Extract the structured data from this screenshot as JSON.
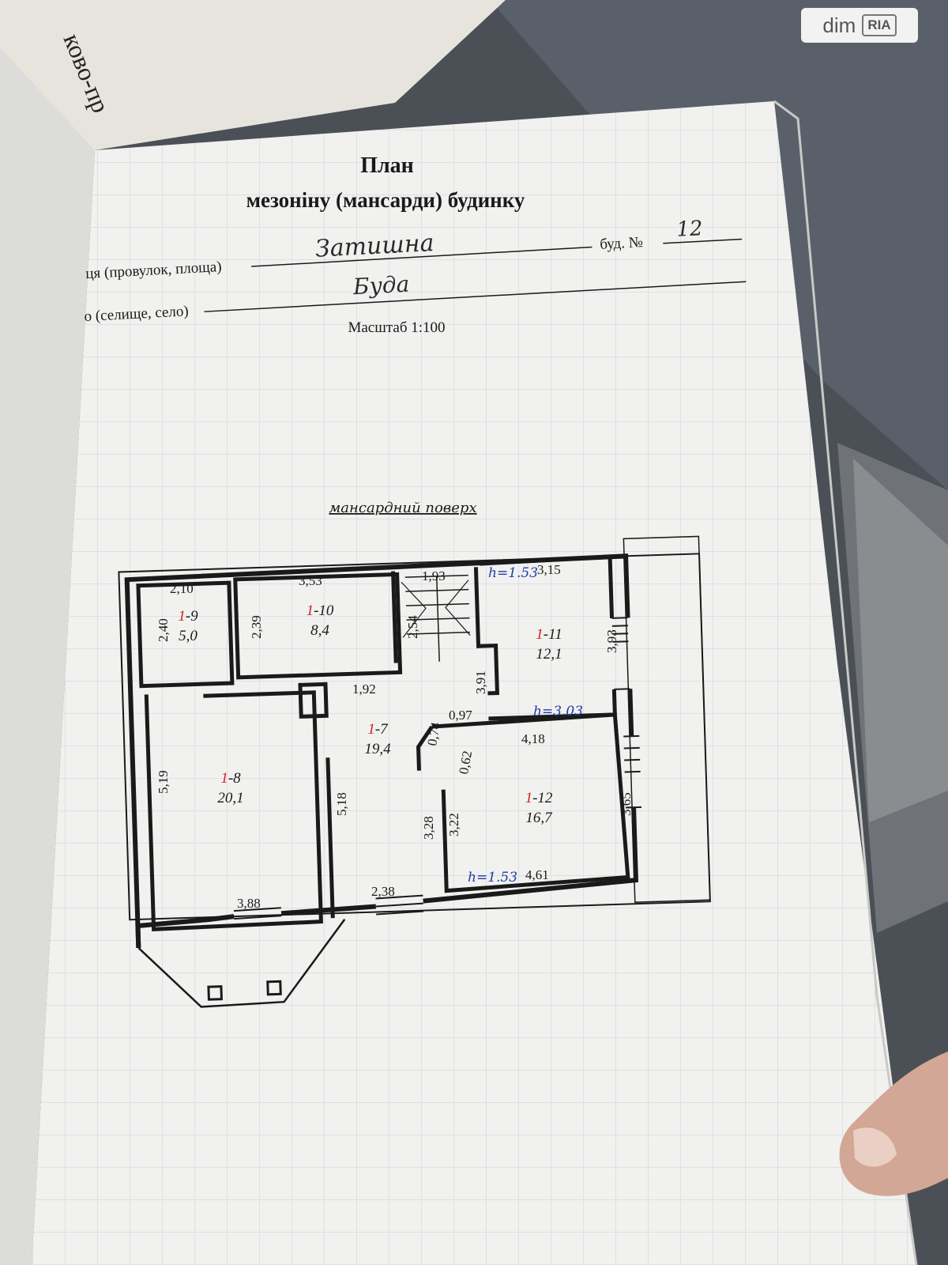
{
  "watermark": {
    "dim": "dim",
    "ria": "RIA"
  },
  "header": {
    "title": "План",
    "subtitle": "мезоніну (мансарди) будинку"
  },
  "form": {
    "street_label": "ця (провулок, площа)",
    "street_value": "Затишна",
    "house_label": "буд. №",
    "house_value": "12",
    "place_label": "о (селище, село)",
    "place_value": "Буда",
    "scale": "Масштаб 1:100"
  },
  "plan": {
    "floor_label": "мансардний поверх",
    "rooms": [
      {
        "id": "1",
        "num": "-9",
        "area": "5,0"
      },
      {
        "id": "1",
        "num": "-10",
        "area": "8,4"
      },
      {
        "id": "1",
        "num": "-11",
        "area": "12,1"
      },
      {
        "id": "1",
        "num": "-7",
        "area": "19,4"
      },
      {
        "id": "1",
        "num": "-8",
        "area": "20,1"
      },
      {
        "id": "1",
        "num": "-12",
        "area": "16,7"
      }
    ],
    "dimensions": {
      "d_2_10": "2,10",
      "d_3_53": "3,53",
      "d_1_93": "1,93",
      "d_3_15": "3,15",
      "d_2_40": "2,40",
      "d_2_39": "2,39",
      "d_2_54": "2,54",
      "d_3_93": "3,93",
      "d_1_92": "1,92",
      "d_3_91": "3,91",
      "d_0_74": "0,74",
      "d_0_97": "0,97",
      "d_4_18": "4,18",
      "d_0_62": "0,62",
      "d_5_19": "5,19",
      "d_5_18": "5,18",
      "d_3_28": "3,28",
      "d_3_22": "3,22",
      "d_3_65": "3,65",
      "d_3_88": "3,88",
      "d_2_38": "2,38",
      "d_4_61": "4,61"
    },
    "heights": {
      "h1": "h=1.53",
      "h2": "h=3.03",
      "h3": "h=1.53"
    }
  },
  "colors": {
    "page": "#f2f2f0",
    "ink": "#1a1a1a",
    "red": "#d42020",
    "blue": "#1f3ea8",
    "grid": "#cfd3d6"
  }
}
